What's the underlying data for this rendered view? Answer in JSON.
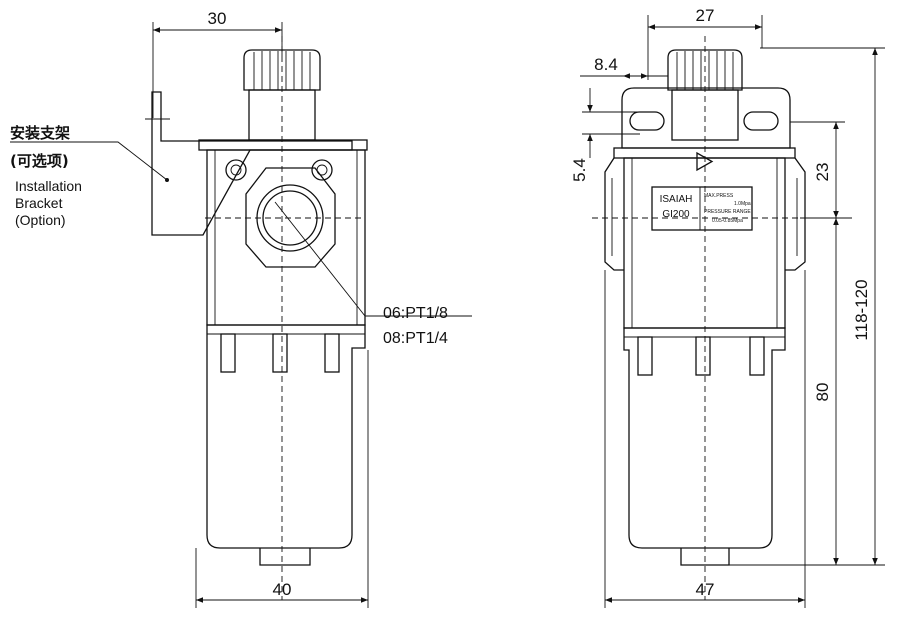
{
  "left_view": {
    "dim_top": "30",
    "dim_bottom": "40",
    "bracket_label_cn": "安装支架",
    "bracket_option_cn": "(可选项)",
    "bracket_label_en_1": "Installation",
    "bracket_label_en_2": "Bracket",
    "bracket_label_en_3": "(Option)",
    "port_label_1": "06:PT1/8",
    "port_label_2": "08:PT1/4"
  },
  "right_view": {
    "dim_top": "27",
    "dim_8_4": "8.4",
    "dim_5_4": "5.4",
    "dim_23": "23",
    "dim_80": "80",
    "dim_total": "118-120",
    "dim_bottom": "47",
    "brand_1": "ISAIAH",
    "brand_2": "GI200",
    "spec_1": "MAX.PRESS",
    "spec_2": "1.0Mpa",
    "spec_3": "PRESSURE RANGE",
    "spec_4": "0.05-0.85Mpa"
  }
}
